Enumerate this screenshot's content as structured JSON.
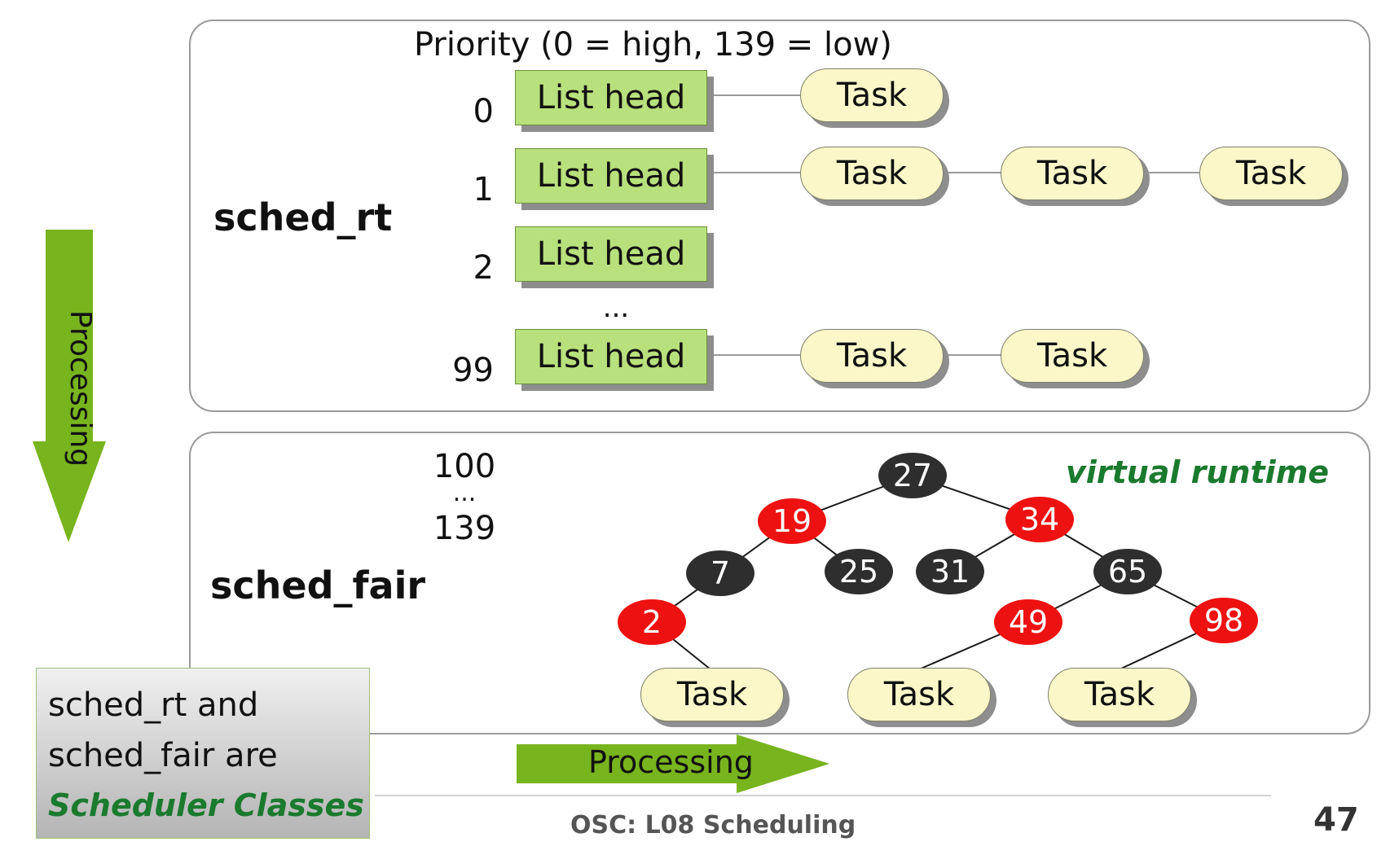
{
  "priority_label": "Priority (0 = high, 139 = low)",
  "sched_rt": {
    "label": "sched_rt",
    "rows": [
      {
        "priority": "0",
        "head": "List head",
        "tasks": [
          "Task"
        ]
      },
      {
        "priority": "1",
        "head": "List head",
        "tasks": [
          "Task",
          "Task",
          "Task"
        ]
      },
      {
        "priority": "2",
        "head": "List head",
        "tasks": []
      },
      {
        "priority": "99",
        "head": "List head",
        "tasks": [
          "Task",
          "Task"
        ]
      }
    ],
    "ellipsis": "..."
  },
  "sched_fair": {
    "label": "sched_fair",
    "range_top": "100",
    "range_mid": "...",
    "range_bottom": "139",
    "tree_label": "virtual runtime",
    "tree": {
      "nodes": [
        {
          "value": "27",
          "color": "black"
        },
        {
          "value": "19",
          "color": "red"
        },
        {
          "value": "34",
          "color": "red"
        },
        {
          "value": "7",
          "color": "black"
        },
        {
          "value": "25",
          "color": "black"
        },
        {
          "value": "31",
          "color": "black"
        },
        {
          "value": "65",
          "color": "black"
        },
        {
          "value": "2",
          "color": "red"
        },
        {
          "value": "49",
          "color": "red"
        },
        {
          "value": "98",
          "color": "red"
        }
      ],
      "tasks": [
        "Task",
        "Task",
        "Task"
      ]
    }
  },
  "processing_vertical": "Processing",
  "processing_horizontal": "Processing",
  "note": {
    "line1": "sched_rt and",
    "line2": "sched_fair are",
    "line3": "Scheduler Classes"
  },
  "footer": {
    "course": "OSC: L08 Scheduling",
    "page_number": "47"
  },
  "colors": {
    "arrow_green": "#78b41e",
    "list_head": "#b8e07c",
    "task": "#fbf7c9",
    "red_node": "#ee1111",
    "black_node": "#2e2e2e",
    "accent_text": "#1a7a2e"
  }
}
